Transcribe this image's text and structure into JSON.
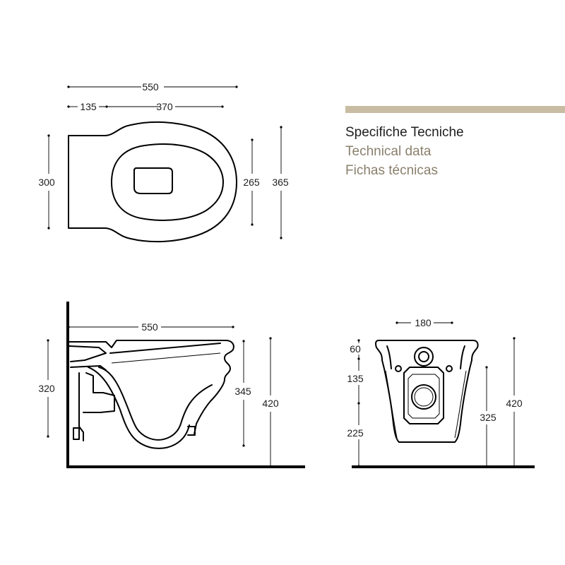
{
  "title_block": {
    "lines": [
      "Specifiche Tecniche",
      "Technical data",
      "Fichas técnicas"
    ],
    "accent_color": "#c8bda3",
    "subtitle_color": "#8a7f6c"
  },
  "top_view": {
    "dim_total_length": "550",
    "dim_rear": "135",
    "dim_bowl": "370",
    "dim_rear_width": "300",
    "dim_inner_width": "265",
    "dim_total_width": "365"
  },
  "side_view": {
    "dim_length": "550",
    "dim_left_height": "320",
    "dim_rim_height": "345",
    "dim_total_height": "420"
  },
  "rear_view": {
    "dim_width": "180",
    "dim_top": "60",
    "dim_mid": "135",
    "dim_bottom": "225",
    "dim_outlet_height": "325",
    "dim_total_height": "420"
  }
}
